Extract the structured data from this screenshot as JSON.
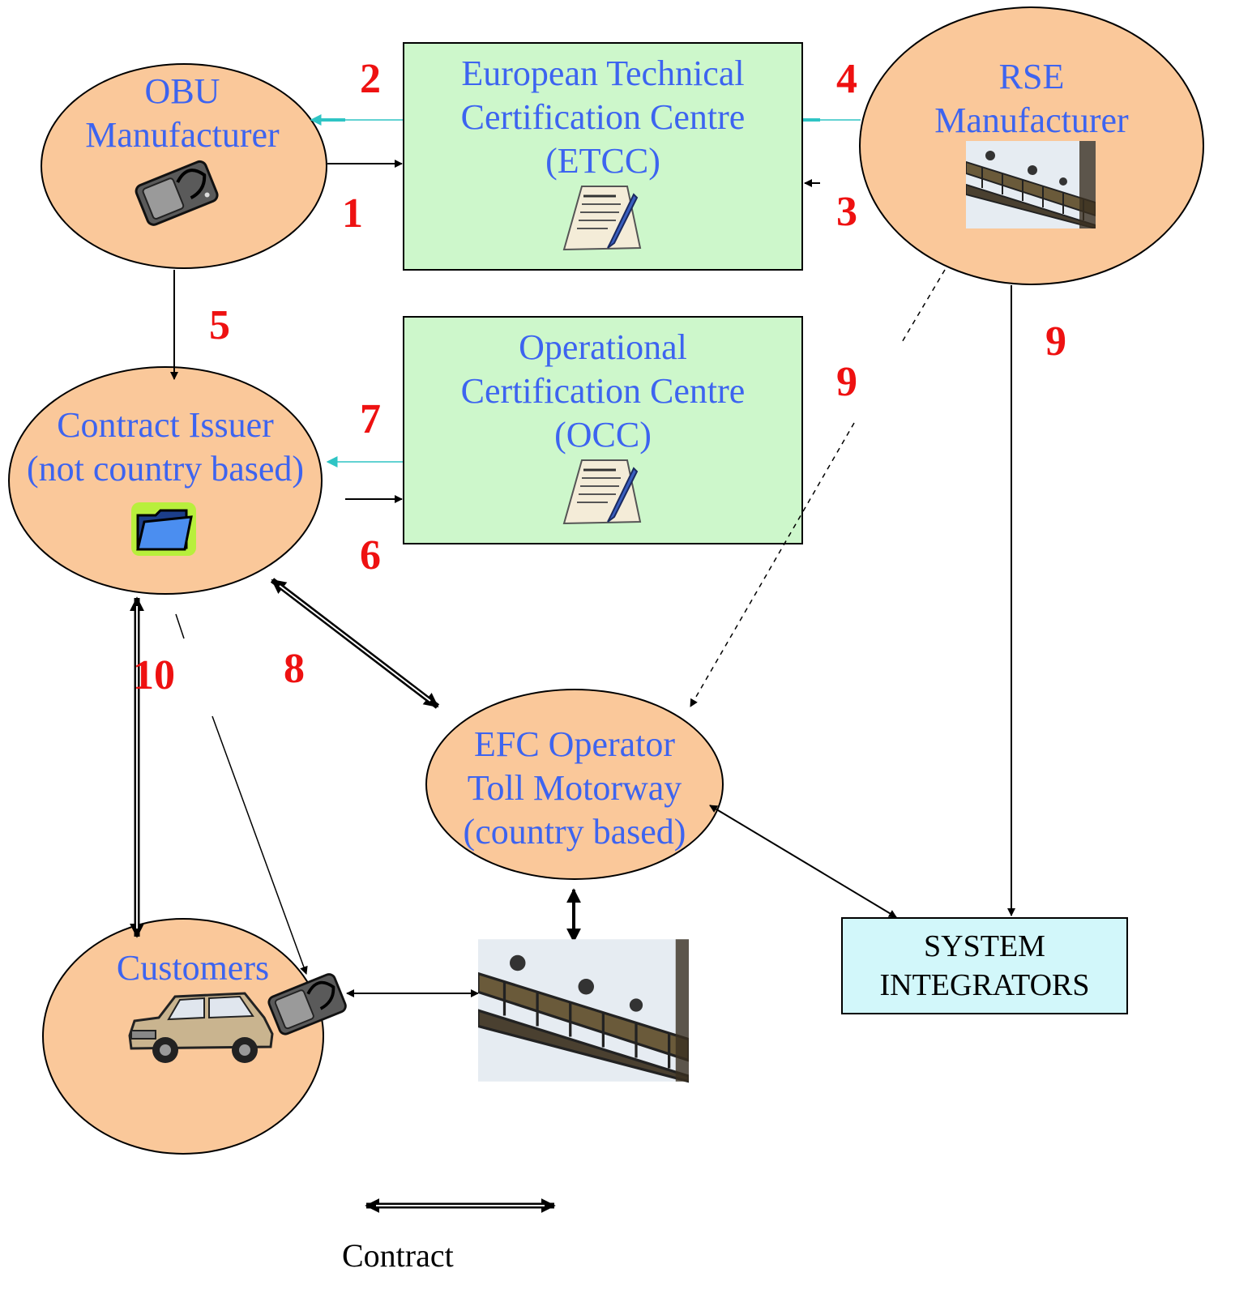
{
  "nodes": {
    "obu_manufacturer": {
      "lines": [
        "OBU",
        "Manufacturer"
      ],
      "icon": "obu-device-icon"
    },
    "etcc": {
      "lines": [
        "European Technical",
        "Certification Centre",
        "(ETCC)"
      ],
      "icon": "certificate-document-icon"
    },
    "rse_manufacturer": {
      "lines": [
        "RSE",
        "Manufacturer"
      ],
      "icon": "toll-gantry-photo"
    },
    "occ": {
      "lines": [
        "Operational",
        "Certification Centre",
        "(OCC)"
      ],
      "icon": "certificate-document-icon"
    },
    "contract_issuer": {
      "lines": [
        "Contract Issuer",
        "(not country based)"
      ],
      "icon": "folder-icon"
    },
    "efc_operator": {
      "lines": [
        "EFC Operator",
        "Toll Motorway",
        "(country based)"
      ]
    },
    "customers": {
      "lines": [
        "Customers"
      ],
      "icon": "car-icon"
    },
    "system_integrators": {
      "lines": [
        "SYSTEM",
        "INTEGRATORS"
      ]
    }
  },
  "steps": {
    "s1": "1",
    "s2": "2",
    "s3": "3",
    "s4": "4",
    "s5": "5",
    "s6": "6",
    "s7": "7",
    "s8": "8",
    "s9a": "9",
    "s9b": "9",
    "s10": "10"
  },
  "legend": {
    "contract_label": "Contract"
  },
  "colors": {
    "ellipse_fill": "#fac89a",
    "cert_box_fill": "#cdf7cb",
    "system_box_fill": "#d2f7fa",
    "node_text": "#3d64f0",
    "step_number": "#ee1111",
    "cyan_arrow": "#2ec4c4",
    "line": "#000000"
  }
}
